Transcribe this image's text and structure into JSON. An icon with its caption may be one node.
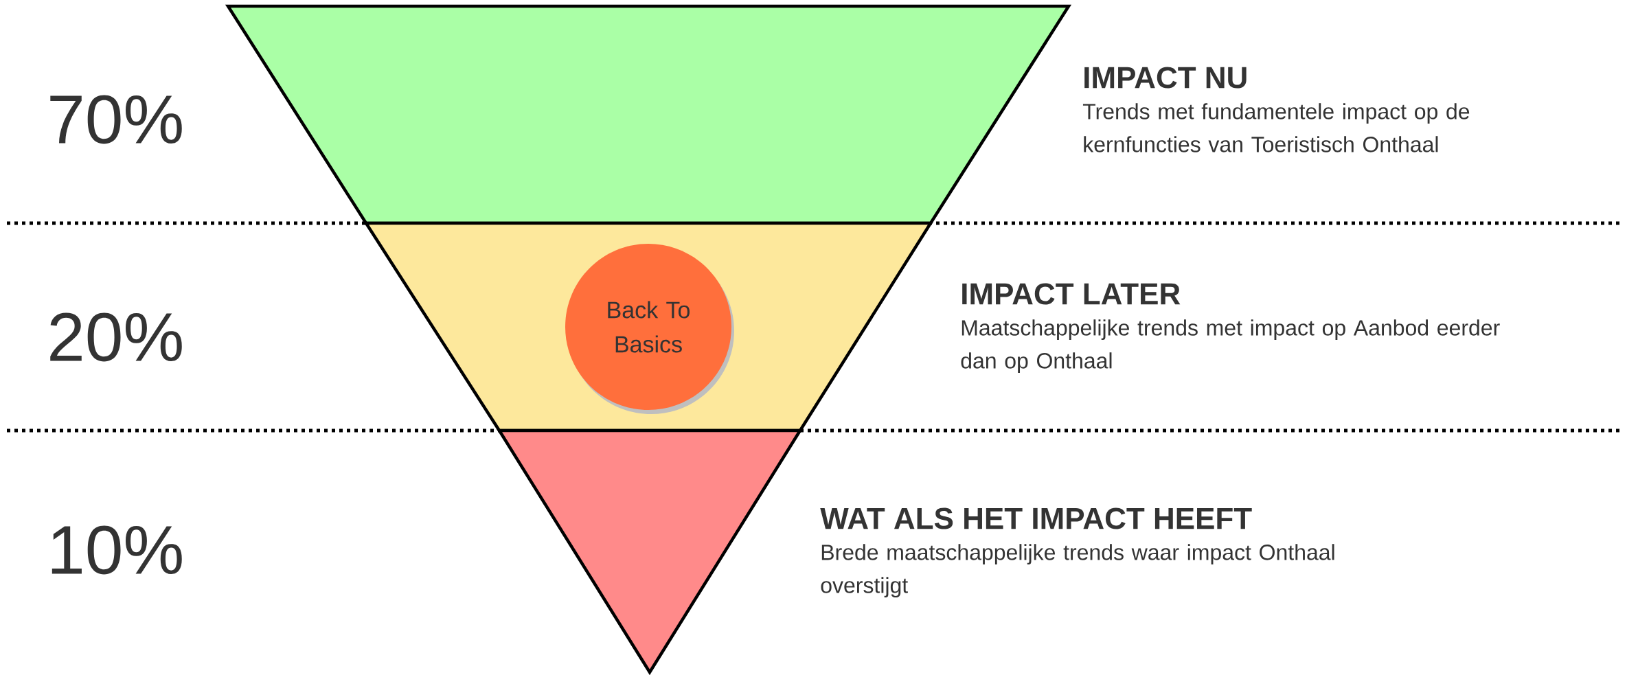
{
  "diagram": {
    "nodes": [
      {
        "text": [],
        "shape": "trapezoid",
        "beside": [
          "IMPACT NU",
          "Trends met fundamentele impact op de kernfuncties van Toeristisch Onthaal"
        ]
      },
      {
        "text": [],
        "shape": "trapezoid",
        "beside": [
          "IMPACT LATER",
          "Maatschappelijke trends met impact op Aanbod eerder dan op Onthaal"
        ]
      },
      {
        "text": [],
        "shape": "triangle",
        "beside": [
          "WAT ALS HET IMPACT HEEFT",
          "Brede maatschappelijke trends waar impact Onthaal overstijgt"
        ]
      },
      {
        "text": [
          "Back To Basics"
        ],
        "in": 1
      }
    ],
    "labels": [
      "70%",
      "20%",
      "10%"
    ]
  }
}
